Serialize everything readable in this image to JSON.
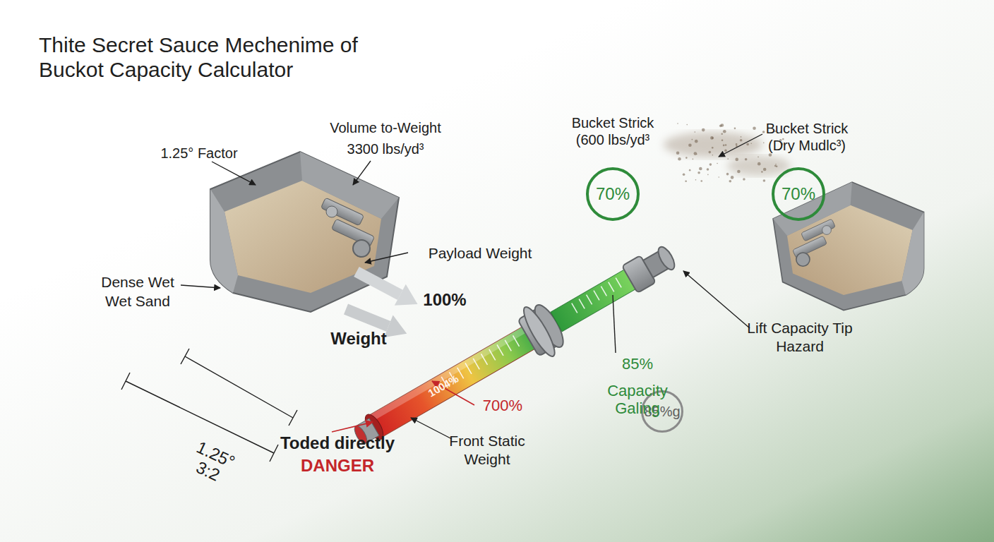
{
  "diagram": {
    "title": "Thite Secret Sauce Mechenime of Buckot Capacity Calculator",
    "nodes": [
      {
        "text": [
          "70%"
        ]
      },
      {
        "text": [
          "70%"
        ]
      },
      {
        "text": [
          "85%g"
        ]
      }
    ],
    "labels": [
      "1.25° Factor",
      "Volume to-Weight 3300 lbs/yd³",
      "Bucket Strick (600 lbs/yd³",
      "Bucket Strick (Dry Mudlc³)",
      "Dense Wet Wet Sand",
      "Payload Weight",
      "100%",
      "Weight",
      "85%",
      "Capacity Galing",
      "Lift Capacity Tip Hazard",
      "1004%",
      "700%",
      "1.25° 3:2",
      "Toded directly",
      "DANGER",
      "Front Static Weight"
    ]
  }
}
